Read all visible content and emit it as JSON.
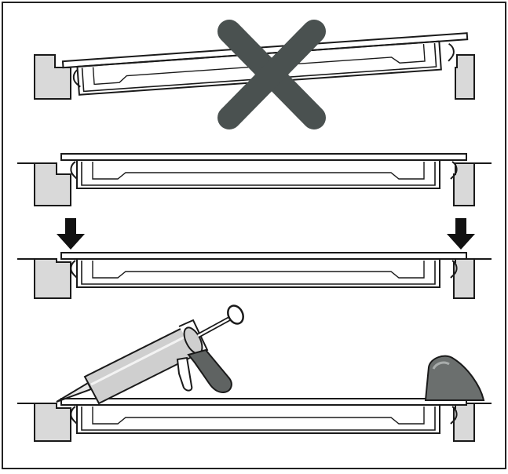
{
  "figure": {
    "panels": [
      {
        "id": "wrong-tilted-insertion",
        "status": "incorrect",
        "marker": "x-icon"
      },
      {
        "id": "aligned-placement",
        "status": "step"
      },
      {
        "id": "press-down",
        "status": "step",
        "marker": "arrow-down-icon"
      },
      {
        "id": "apply-sealant",
        "status": "step",
        "marker": "caulking-gun-icon"
      }
    ],
    "colors": {
      "line": "#1a1a1a",
      "countertop_fill": "#d9d9d9",
      "x_mark": "#4a5150",
      "arrow": "#111111",
      "gun_body": "#cfcfcf",
      "gun_handle": "#5f6362",
      "spatula": "#6b6f6e",
      "background": "#ffffff"
    }
  }
}
